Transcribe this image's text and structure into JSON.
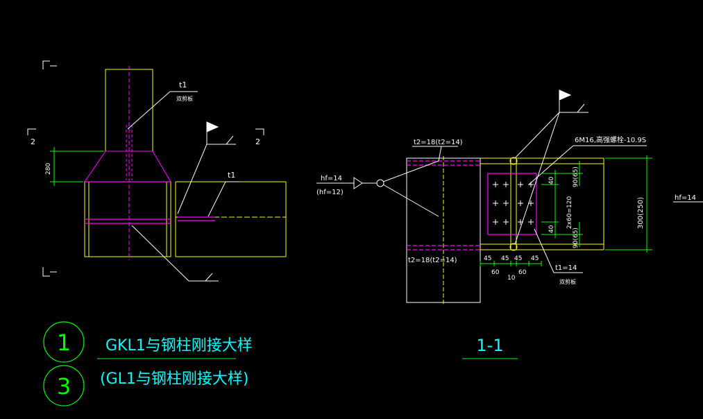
{
  "colors": {
    "background": "#000000",
    "yellow": "#ffff00",
    "magenta": "#ff00ff",
    "white": "#ffffff",
    "green": "#00ff00",
    "cyan": "#00ffff"
  },
  "left_detail": {
    "section_mark_left": "2",
    "section_mark_right": "2",
    "dim_280": "280",
    "t1_top": "t1",
    "t1_top_note": "双剪板",
    "t1_right": "t1"
  },
  "right_detail": {
    "t2_top": "t2=18(t2=14)",
    "t2_bottom": "t2=18(t2=14)",
    "weld_left_1": "hf=14",
    "weld_left_2": "(hf=12)",
    "weld_right": "hf=14",
    "bolt_spec": "6M16,高强螺栓-10.9S",
    "t1_note": "t1=14",
    "t1_note_2": "双剪板",
    "dim_90_65_top": "90(65)",
    "dim_2x60": "2x60=120",
    "dim_90_65_bottom": "90(65)",
    "dim_40_top": "40",
    "dim_40_bottom": "40",
    "dim_300_250": "300(250)",
    "dim_row1": [
      "45",
      "45",
      "45",
      "45"
    ],
    "dim_row2": [
      "60",
      "10",
      "60"
    ]
  },
  "titles": {
    "circle_1": "1",
    "circle_3": "3",
    "title_1": "GKL1与钢柱刚接大样",
    "title_3": "(GL1与钢柱刚接大样)",
    "section_label": "1-1"
  }
}
